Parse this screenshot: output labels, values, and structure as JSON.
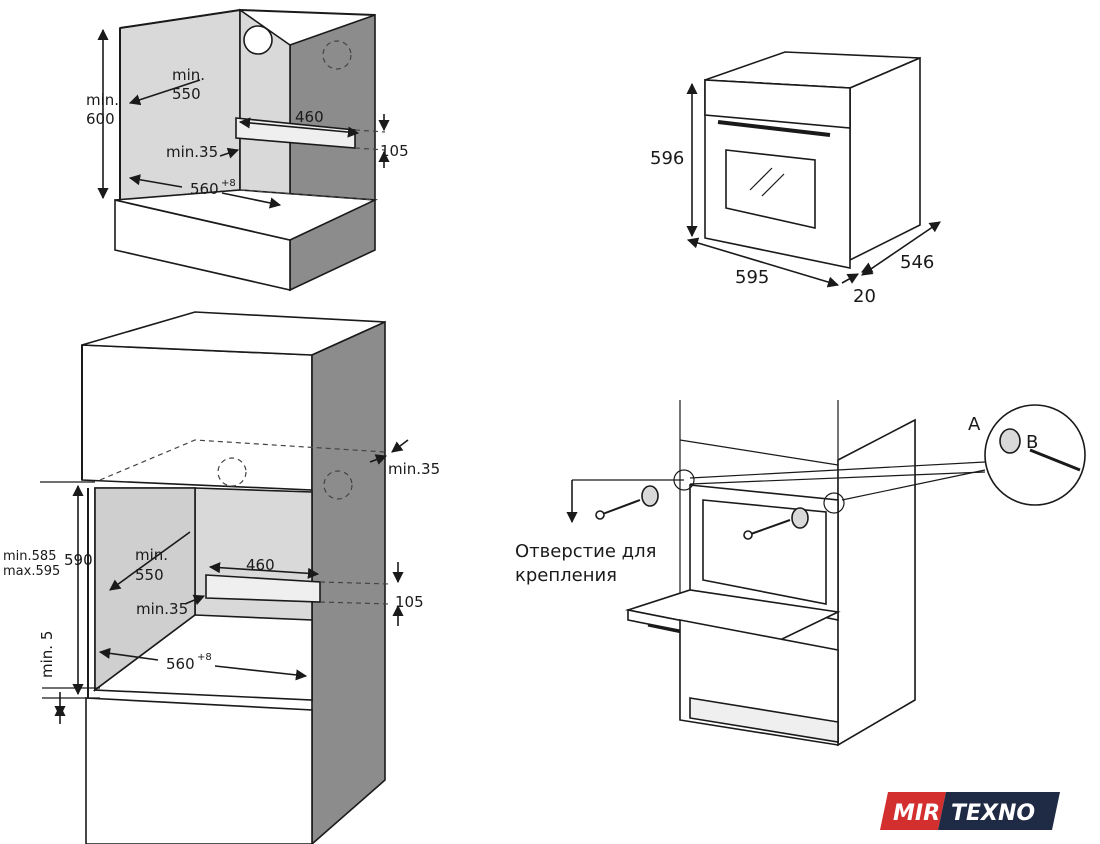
{
  "figure1": {
    "dims": {
      "height_min": "min.",
      "height_val": "600",
      "depth_min": "min.",
      "depth_val": "550",
      "vent_width": "460",
      "vent_height": "105",
      "side_gap": "min.35",
      "width_val": "560",
      "width_tol": "+8"
    }
  },
  "figure2": {
    "dims": {
      "top_gap": "min.35",
      "height_range_min": "min.585",
      "height_range_max": "max.595",
      "height_val": "590",
      "depth_min": "min.",
      "depth_val": "550",
      "vent_width": "460",
      "vent_height": "105",
      "side_gap": "min.35",
      "bottom_gap": "min. 5",
      "width_val": "560",
      "width_tol": "+8"
    }
  },
  "figure3": {
    "dims": {
      "height": "596",
      "width": "595",
      "depth": "546",
      "front": "20"
    }
  },
  "figure4": {
    "labels": {
      "part_a": "A",
      "part_b": "B",
      "mount_hole": "Отверстие для",
      "mount_hole_2": "крепления"
    }
  },
  "logo": {
    "part1": "MIR",
    "part2": "TEXNO",
    "color1": "#d32f2f",
    "color2": "#1f2a44"
  }
}
